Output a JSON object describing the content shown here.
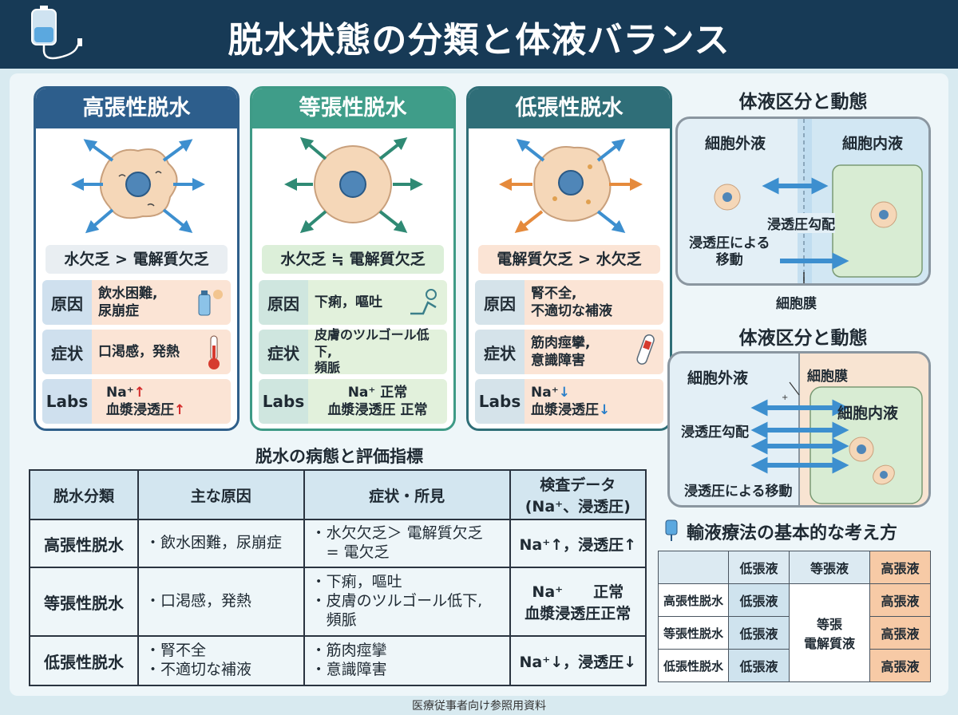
{
  "header": {
    "title": "脱水状態の分類と体液バランス"
  },
  "cards": [
    {
      "title": "高張性脱水",
      "compare": "水欠乏 > 電解質欠乏",
      "rows": [
        {
          "label": "原因",
          "lines": [
            "飲水困難,",
            "尿崩症"
          ]
        },
        {
          "label": "症状",
          "lines": [
            "口渇感，発熱"
          ]
        },
        {
          "label": "Labs",
          "lines": [
            "Na⁺",
            "血漿浸透圧"
          ],
          "arrows": [
            "↑",
            "↑"
          ]
        }
      ]
    },
    {
      "title": "等張性脱水",
      "compare": "水欠乏 ≒ 電解質欠乏",
      "rows": [
        {
          "label": "原因",
          "lines": [
            "下痢，嘔吐"
          ]
        },
        {
          "label": "症状",
          "lines": [
            "皮膚のツルゴール低下,",
            "頻脈"
          ]
        },
        {
          "label": "Labs",
          "lines": [
            "Na⁺ 正常",
            "血漿浸透圧 正常"
          ]
        }
      ]
    },
    {
      "title": "低張性脱水",
      "compare": "電解質欠乏 > 水欠乏",
      "rows": [
        {
          "label": "原因",
          "lines": [
            "腎不全,",
            "不適切な補液"
          ]
        },
        {
          "label": "症状",
          "lines": [
            "筋肉痙攣,",
            "意識障害"
          ]
        },
        {
          "label": "Labs",
          "lines": [
            "Na⁺",
            "血漿浸透圧"
          ],
          "arrows": [
            "↓",
            "↓"
          ]
        }
      ]
    }
  ],
  "panel1": {
    "title": "体液区分と動態",
    "ecf": "細胞外液",
    "icf": "細胞内液",
    "gradient": "浸透圧勾配",
    "movement": "浸透圧による\n移動",
    "movement_l1": "浸透圧による",
    "movement_l2": "移動",
    "membrane": "細胞膜"
  },
  "panel2": {
    "title": "体液区分と動態",
    "ecf": "細胞外液",
    "membrane": "細胞膜",
    "icf": "細胞内液",
    "gradient": "浸透圧勾配",
    "movement": "浸透圧による移動"
  },
  "table": {
    "title": "脱水の病態と評価指標",
    "headers": [
      "脱水分類",
      "主な原因",
      "症状・所見",
      "検査データ",
      "(Na⁺、浸透圧)"
    ],
    "rows": [
      {
        "cls": "高張性脱水",
        "cause": [
          "・飲水困難，尿崩症"
        ],
        "sym": [
          "・水欠欠乏＞ 電解質欠乏",
          "　= 電欠乏"
        ],
        "lab": "Na⁺↑，浸透圧↑"
      },
      {
        "cls": "等張性脱水",
        "cause": [
          "・口渇感，発熱"
        ],
        "sym": [
          "・下痢，嘔吐",
          "・皮膚のツルゴール低下,",
          "　頻脈"
        ],
        "lab1": "Na⁺　　正常",
        "lab2": "血漿浸透圧正常"
      },
      {
        "cls": "低張性脱水",
        "cause": [
          "・腎不全",
          "・不適切な補液"
        ],
        "sym": [
          "・筋肉痙攣",
          "・意識障害"
        ],
        "lab": "Na⁺↓，浸透圧↓"
      }
    ]
  },
  "fluid": {
    "title": "輸液療法の基本的な考え方",
    "cols": [
      "低張液",
      "等張液",
      "高張液"
    ],
    "rows": [
      "高張性脱水",
      "等張性脱水",
      "低張性脱水"
    ],
    "hypo": "低張液",
    "iso_l1": "等張",
    "iso_l2": "電解質液",
    "hyper": "高張液"
  },
  "footer": "医療従事者向け参照用資料",
  "colors": {
    "header": "#173a56",
    "hyper_card": "#2d5e8c",
    "iso_card": "#3f9d89",
    "hypo_card": "#2f6e78",
    "arrow_up": "#d42a2a",
    "arrow_down": "#2a7fc9"
  }
}
